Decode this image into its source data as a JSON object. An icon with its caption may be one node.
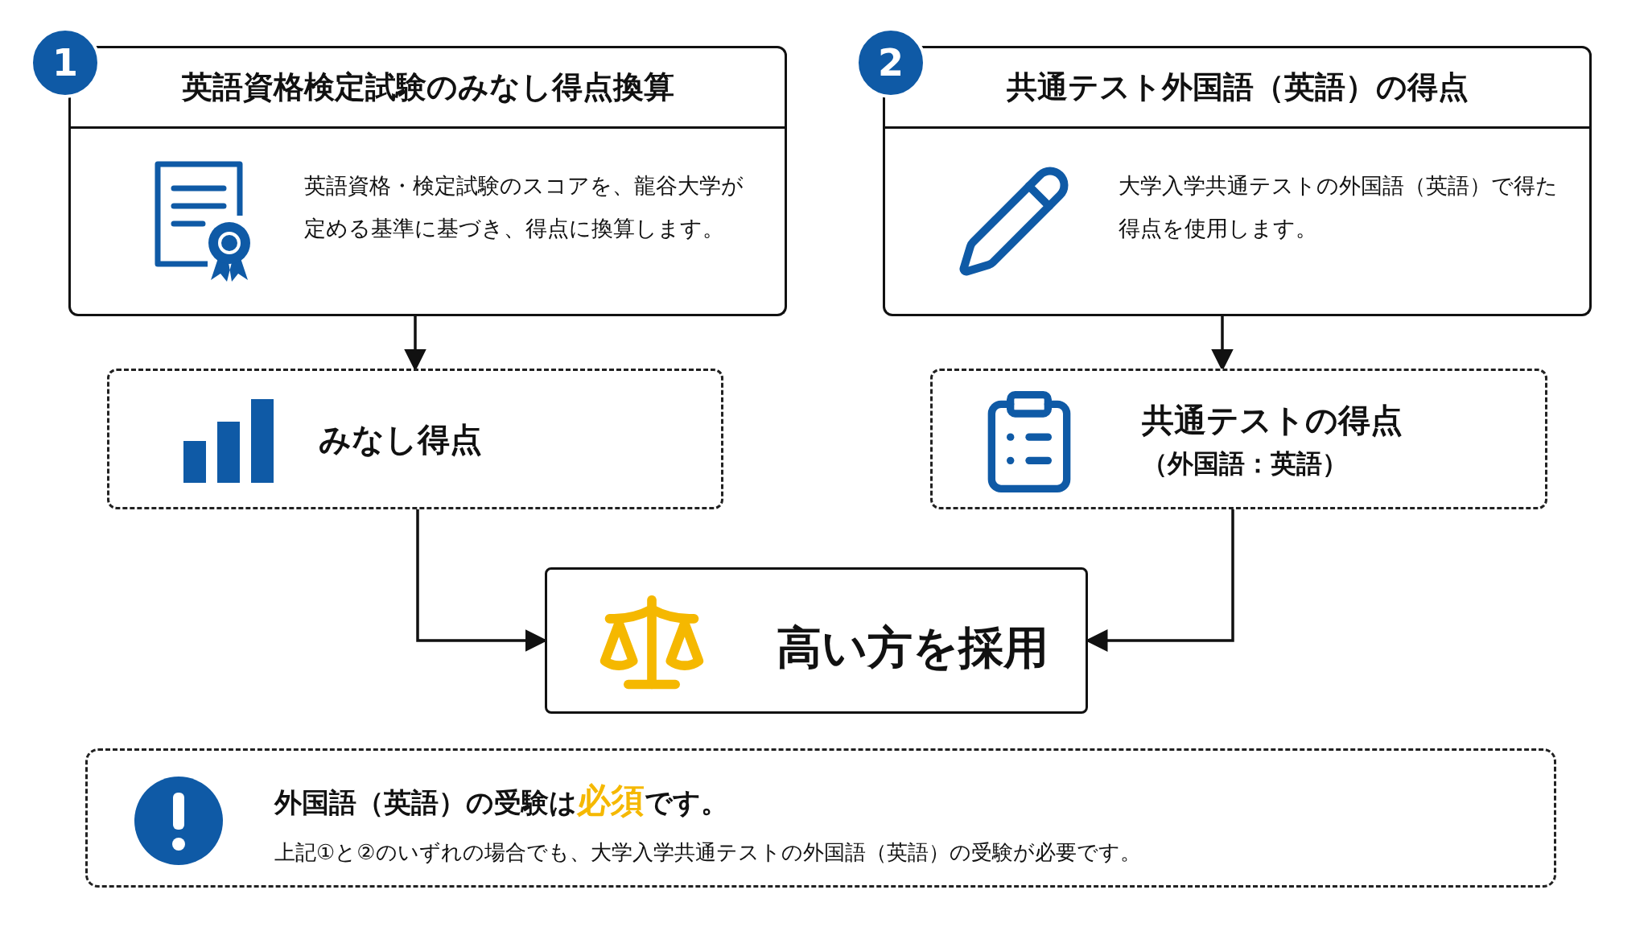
{
  "diagram": {
    "nodes": [
      {
        "text": [
          "英語資格検定試験のみなし得点換算"
        ]
      },
      {
        "text": [
          "英語資格・検定試験のスコアを、龍谷大学が定める基準に基づき、得点に換算します。"
        ]
      },
      {
        "text": [
          "共通テスト外国語（英語）の得点"
        ]
      },
      {
        "text": [
          "大学入学共通テストの外国語（英語）で得た得点を使用します。"
        ]
      },
      {
        "text": [
          "みなし得点"
        ]
      },
      {
        "text": [
          "共通テストの得点",
          "（外国語：英語）"
        ]
      },
      {
        "text": [
          "高い方を採用"
        ]
      },
      {
        "text": [
          "外国語（英語）の受験は**必須**です。",
          "上記①と②のいずれの場合でも、大学入学共通テストの外国語（英語）の受験が必要です。"
        ]
      }
    ],
    "edges": [
      {
        "from": 1,
        "to": 4,
        "arrow": "to"
      },
      {
        "from": 3,
        "to": 5,
        "arrow": "to"
      },
      {
        "from": 4,
        "to": 6,
        "arrow": "to"
      },
      {
        "from": 5,
        "to": 6,
        "arrow": "to"
      }
    ],
    "labels": [
      "1",
      "2"
    ]
  }
}
